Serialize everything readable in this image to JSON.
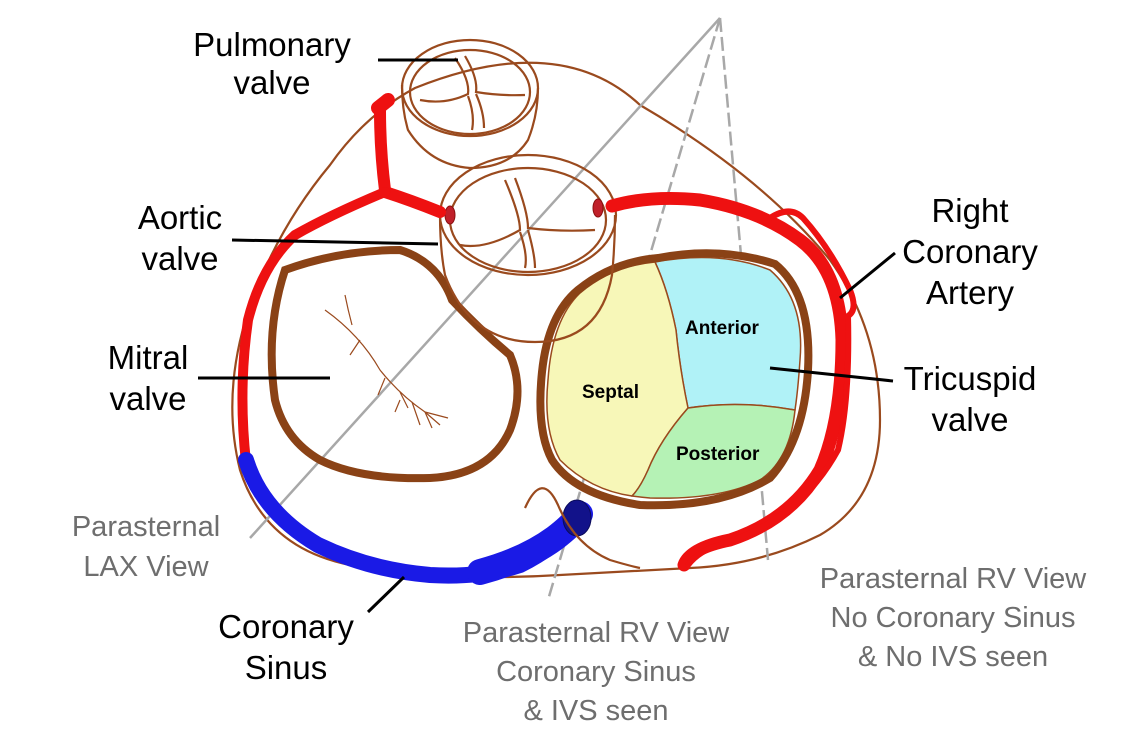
{
  "labels": {
    "pulmonary_valve": [
      "Pulmonary",
      "valve"
    ],
    "aortic_valve": [
      "Aortic",
      "valve"
    ],
    "mitral_valve": [
      "Mitral",
      "valve"
    ],
    "right_coronary_artery": [
      "Right",
      "Coronary",
      "Artery"
    ],
    "tricuspid_valve": [
      "Tricuspid",
      "valve"
    ],
    "coronary_sinus": [
      "Coronary",
      "Sinus"
    ],
    "parasternal_lax_view": [
      "Parasternal",
      "LAX View"
    ],
    "parasternal_rv_view_cs": [
      "Parasternal RV View",
      "Coronary Sinus",
      "& IVS seen"
    ],
    "parasternal_rv_view_no_cs": [
      "Parasternal RV View",
      "No Coronary Sinus",
      "& No IVS seen"
    ]
  },
  "leaflets": {
    "anterior": "Anterior",
    "septal": "Septal",
    "posterior": "Posterior"
  },
  "colors": {
    "artery": "#ee1111",
    "coronary_sinus": "#1a1ae6",
    "heart_outline": "#9a4a1e",
    "annulus": "#8a4216",
    "anterior_leaflet": "#b0f2f7",
    "septal_leaflet": "#f7f7b8",
    "posterior_leaflet": "#b5f2b5",
    "view_lines": "#a8a8a8"
  }
}
